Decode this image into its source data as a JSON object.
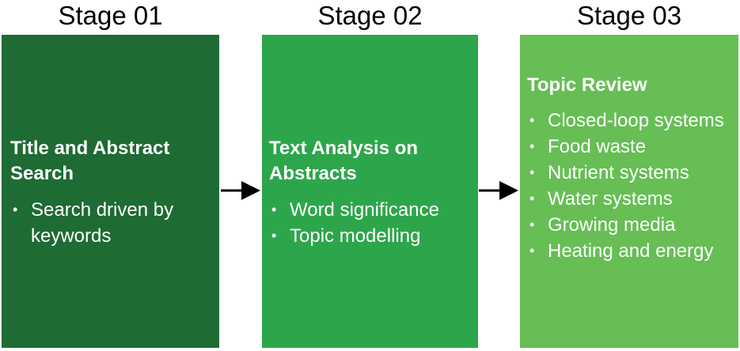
{
  "stages": [
    {
      "label": "Stage 01",
      "color": "#1e6b34",
      "title": "Title and Abstract Search",
      "items": [
        "Search driven by keywords"
      ]
    },
    {
      "label": "Stage 02",
      "color": "#2da64b",
      "title": "Text Analysis on Abstracts",
      "items": [
        "Word significance",
        "Topic modelling"
      ]
    },
    {
      "label": "Stage 03",
      "color": "#66be55",
      "title": "Topic Review",
      "items": [
        "Closed-loop systems",
        "Food waste",
        "Nutrient systems",
        "Water systems",
        "Growing media",
        "Heating and energy"
      ]
    }
  ],
  "bullet_glyph": "•",
  "arrow_color": "#000000",
  "label_color": "#000000"
}
